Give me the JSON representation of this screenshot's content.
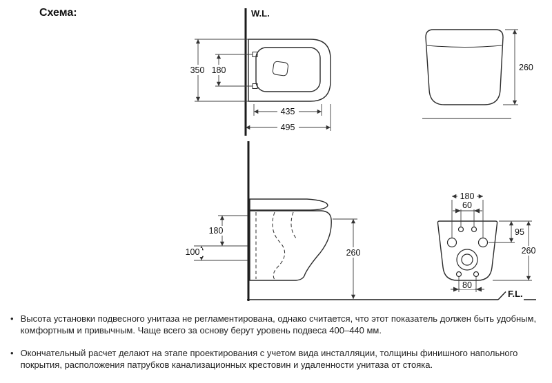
{
  "title": "Схема:",
  "bullet_char": "•",
  "labels": {
    "wall_line": "W.L.",
    "floor_line": "F.L."
  },
  "dimensions": {
    "top_view": {
      "width": "350",
      "hole_spacing": "180",
      "depth_inner": "435",
      "depth_total": "495"
    },
    "front_view": {
      "height": "260"
    },
    "side_view": {
      "inlet_height": "180",
      "outlet_height": "100",
      "height": "260"
    },
    "back_view": {
      "hole_spacing": "180",
      "inlet_spacing": "60",
      "inlet_offset": "95",
      "height": "260",
      "outlet_spacing": "80"
    }
  },
  "bullets": [
    "Высота установки подвесного унитаза не регламентирована, однако считается, что этот показатель должен быть удобным, комфортным и привычным. Чаще всего за основу берут уровень подвеса 400–440 мм.",
    "Окончательный расчет делают на этапе проектирования с учетом вида инсталляции, толщины финишного напольного покрытия, расположения патрубков канализационных крестовин и удаленности унитаза от стояка."
  ]
}
